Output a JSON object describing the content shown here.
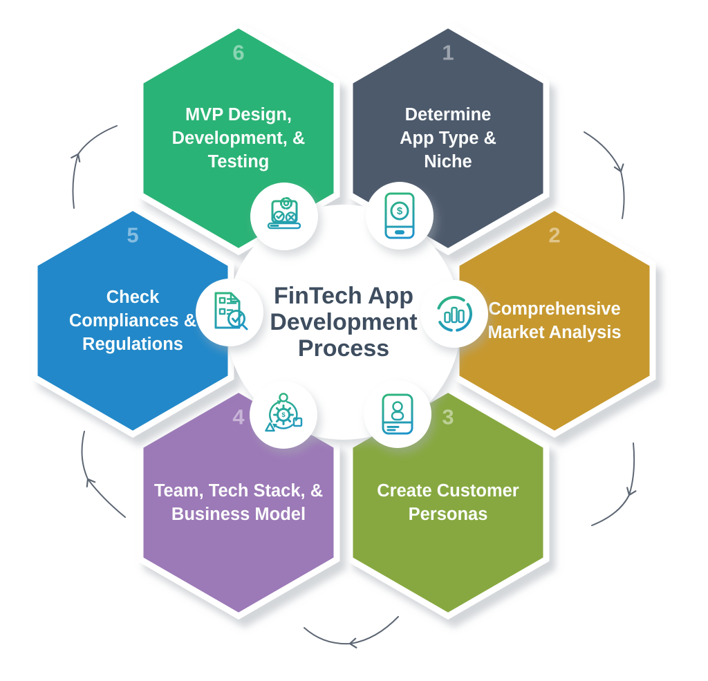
{
  "diagram": {
    "title_lines": [
      "FinTech App",
      "Development",
      "Process"
    ],
    "title_color": "#3e4d5f"
  },
  "steps": [
    {
      "number": "1",
      "title": "Determine App Type & Niche",
      "lines": [
        "Determine",
        "App Type &",
        "Niche"
      ],
      "color": "#4d5a6c",
      "icon": "smartphone-dollar-icon"
    },
    {
      "number": "2",
      "title": "Comprehensive Market Analysis",
      "lines": [
        "Comprehensive",
        "Market Analysis"
      ],
      "color": "#c7982e",
      "icon": "market-analysis-donut-chart-icon"
    },
    {
      "number": "3",
      "title": "Create Customer Personas",
      "lines": [
        "Create Customer",
        "Personas"
      ],
      "color": "#87a840",
      "icon": "customer-persona-id-card-icon"
    },
    {
      "number": "4",
      "title": "Team, Tech Stack, & Business Model",
      "lines": [
        "Team, Tech Stack, &",
        "Business Model"
      ],
      "color": "#9c79b7",
      "icon": "team-tech-process-cycle-icon"
    },
    {
      "number": "5",
      "title": "Check Compliances & Regulations",
      "lines": [
        "Check",
        "Compliances &",
        "Regulations"
      ],
      "color": "#2388c9",
      "icon": "compliance-checklist-magnifier-icon"
    },
    {
      "number": "6",
      "title": "MVP Design, Development, & Testing",
      "lines": [
        "MVP Design,",
        "Development, &",
        "Testing"
      ],
      "color": "#2cb376",
      "icon": "mvp-laptop-testing-icon"
    }
  ],
  "colors": {
    "step_number": "rgba(255,255,255,0.45)",
    "step_text": "#fbfdfc",
    "icon_teal": "#2fb57d",
    "icon_blue": "#1e93cc",
    "background": "#ffffff"
  },
  "flow": {
    "direction": "clockwise",
    "arrow_count": 5,
    "arrow_color": "#5d6673"
  },
  "glyphs": {
    "dollar": "$"
  }
}
